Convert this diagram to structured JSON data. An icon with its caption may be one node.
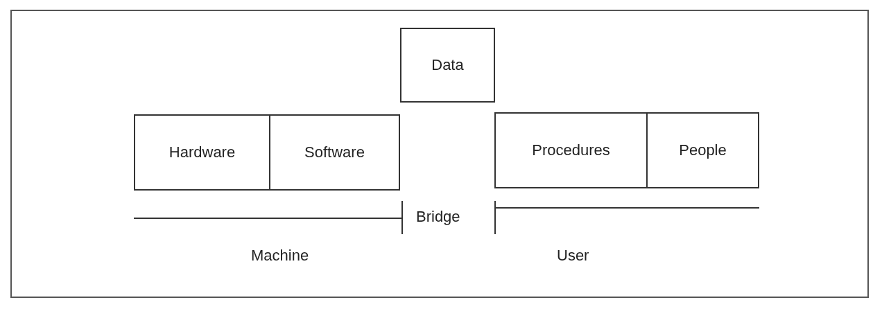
{
  "diagram": {
    "nodes": [
      {
        "text": [
          "Data"
        ]
      },
      {
        "text": [
          "Hardware"
        ]
      },
      {
        "text": [
          "Software"
        ]
      },
      {
        "text": [
          "Procedures"
        ]
      },
      {
        "text": [
          "People"
        ]
      }
    ],
    "labels": [
      "Bridge",
      "Machine",
      "User"
    ]
  }
}
